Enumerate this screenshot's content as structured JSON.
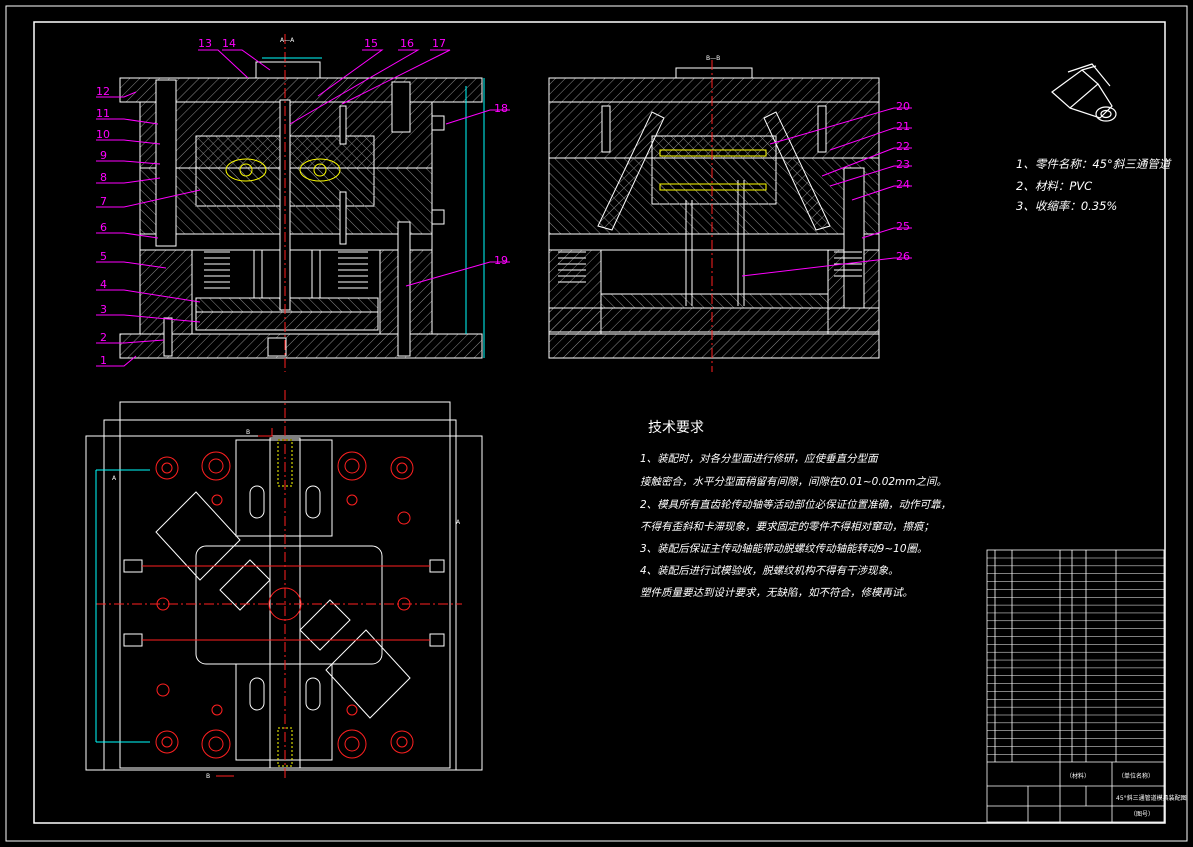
{
  "sections": {
    "a_a": "A—A",
    "b_b": "B—B",
    "b_marker": "B",
    "a_marker": "A"
  },
  "balloons_left": [
    "12",
    "11",
    "10",
    "9",
    "8",
    "7",
    "6",
    "5",
    "4",
    "3",
    "2",
    "1"
  ],
  "balloons_top": [
    "13",
    "14",
    "15",
    "16",
    "17"
  ],
  "balloons_right_a": [
    "18",
    "19"
  ],
  "balloons_right_b": [
    "20",
    "21",
    "22",
    "23",
    "24",
    "25",
    "26"
  ],
  "part_info": {
    "line1": "1、零件名称：45°斜三通管道",
    "line2": "2、材料：PVC",
    "line3": "3、收缩率：0.35%"
  },
  "tech": {
    "title": "技术要求",
    "lines": [
      "1、装配时，对各分型面进行修研，应使垂直分型面",
      "接触密合，水平分型面稍留有间隙，间隙在0.01~0.02mm之间。",
      "2、模具所有直齿轮传动轴等活动部位必保证位置准确，动作可靠，",
      "不得有歪斜和卡滞现象，要求固定的零件不得相对窜动，擦痕；",
      "3、装配后保证主传动轴能带动脱螺纹传动轴能转动9~10圈。",
      "4、装配后进行试模验收，脱螺纹机构不得有干涉现象。",
      "塑件质量要达到设计要求，无缺陷，如不符合，修模再试。"
    ]
  },
  "title_block": {
    "material": "（材料）",
    "unit": "（单位名称）",
    "drawing_name": "45°斜三通管道模具装配图",
    "drawing_no": "（图号）"
  },
  "colors": {
    "outline": "#ffffff",
    "balloon": "#ff00ff",
    "centerline": "#ff2020",
    "dim": "#00ffff",
    "hatch": "#9a9a9a",
    "part": "#ffff00"
  }
}
